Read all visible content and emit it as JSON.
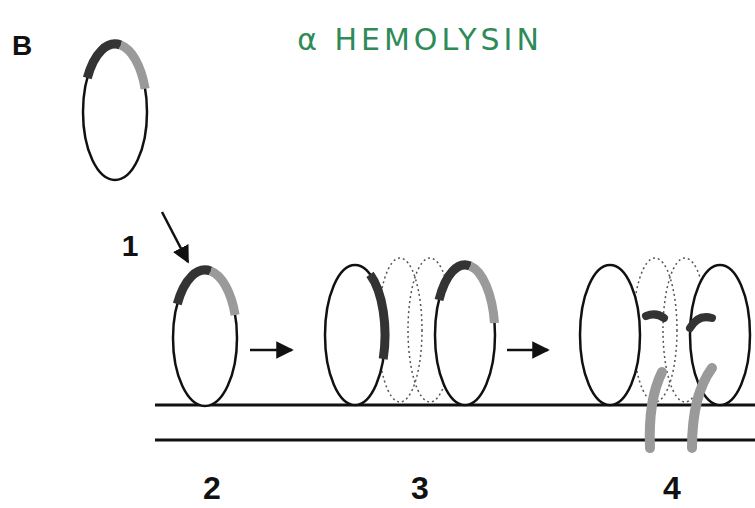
{
  "diagram": {
    "title": "α HEMOLYSIN",
    "labels": [
      "B",
      "1",
      "2",
      "3",
      "4"
    ]
  }
}
